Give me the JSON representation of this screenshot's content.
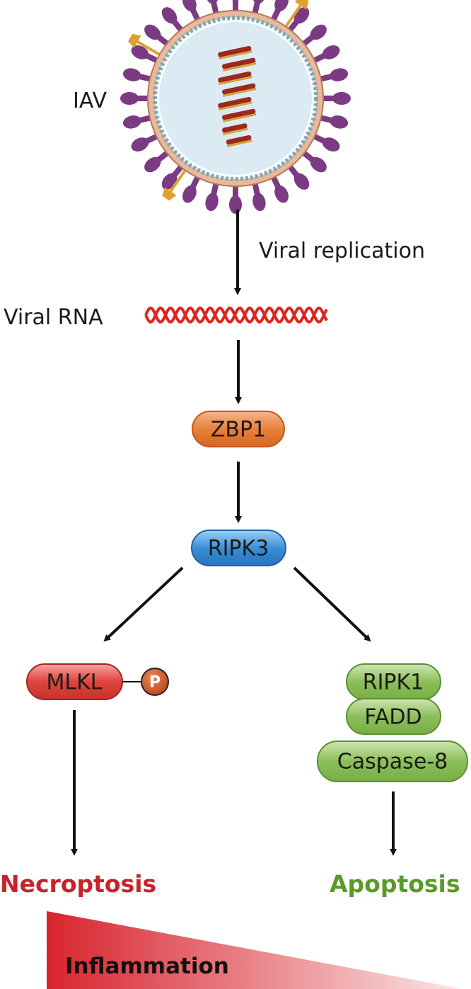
{
  "labels": {
    "virus": "IAV",
    "replication": "Viral replication",
    "viral_rna": "Viral RNA"
  },
  "nodes": {
    "zbp1": "ZBP1",
    "ripk3": "RIPK3",
    "mlkl": "MLKL",
    "phospho": "P",
    "ripk1": "RIPK1",
    "fadd": "FADD",
    "caspase8": "Caspase-8"
  },
  "outcomes": {
    "necroptosis": "Necroptosis",
    "apoptosis": "Apoptosis",
    "inflammation": "Inflammation"
  },
  "colors": {
    "zbp1": "#e8803a",
    "ripk3": "#3b8fd6",
    "mlkl": "#e0443e",
    "phospho": "#c8502a",
    "green_complex": "#8cbf5a",
    "necroptosis": "#c8232c",
    "apoptosis": "#5a9a2a",
    "inflammation_gradient": "#d8242e",
    "rna": "#e0231c",
    "virus_spike": "#7b3b82",
    "arrow": "#111111"
  },
  "icons": {
    "virus": "influenza-virion-icon",
    "rna": "double-helix-rna-icon"
  }
}
